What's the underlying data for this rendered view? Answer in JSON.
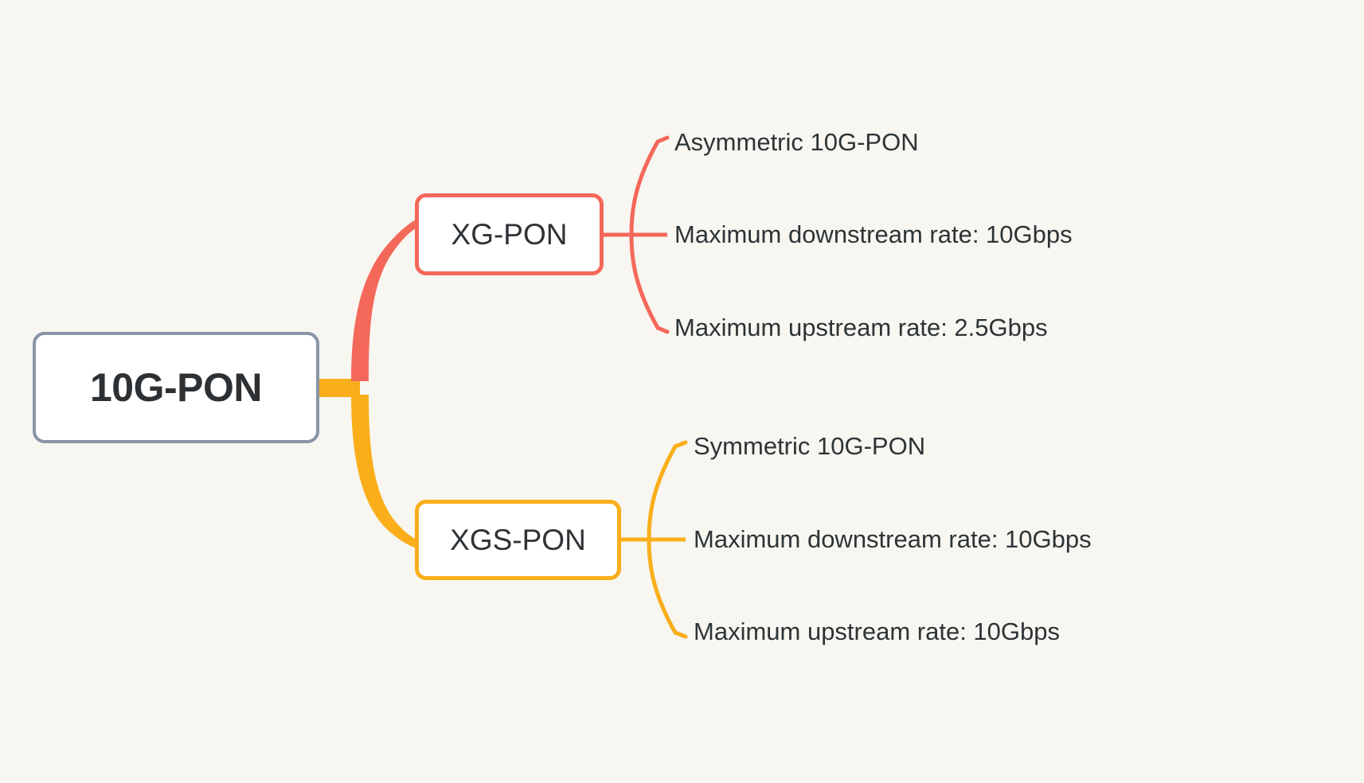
{
  "diagram": {
    "type": "mind-map",
    "title": "10G-PON",
    "background_color": "#f7f6f1",
    "text_color": "#2d3436"
  },
  "root": {
    "label": "10G-PON",
    "border_color": "#8895a8",
    "fill_color": "#ffffff"
  },
  "branches": [
    {
      "id": "xgpon",
      "label": "XG-PON",
      "color": "#f4685a",
      "leaves": [
        {
          "label": "Asymmetric 10G-PON"
        },
        {
          "label": "Maximum downstream rate: 10Gbps"
        },
        {
          "label": "Maximum upstream rate: 2.5Gbps"
        }
      ]
    },
    {
      "id": "xgspon",
      "label": "XGS-PON",
      "color": "#f9ae1a",
      "leaves": [
        {
          "label": "Symmetric 10G-PON"
        },
        {
          "label": "Maximum downstream rate: 10Gbps"
        },
        {
          "label": "Maximum upstream rate: 10Gbps"
        }
      ]
    }
  ]
}
